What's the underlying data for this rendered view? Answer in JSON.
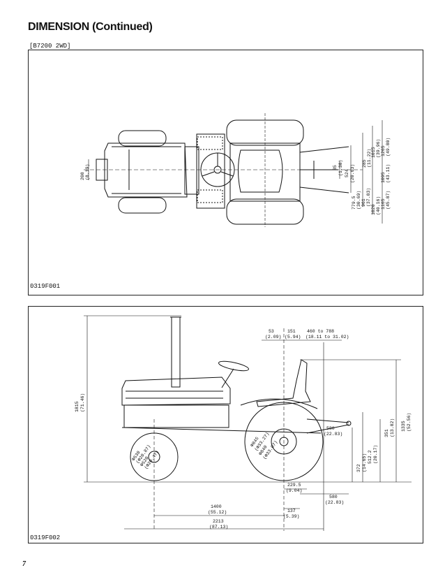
{
  "page": {
    "title": "DIMENSION (Continued)",
    "model_label": "[B7200 2WD]",
    "page_number": "7"
  },
  "figure_top": {
    "id": "0319F001",
    "dims": {
      "d1": "208",
      "d1b": "(8.19)",
      "d2": "35",
      "d2b": "(1.38)",
      "d3": "524",
      "d3b": "(20.63)",
      "d4": "779.5",
      "d4b": "(30.69)",
      "d5": "1020",
      "d5b": "(40.16)",
      "d6": "961",
      "d6b": "(37.83)",
      "d7": "1095",
      "d7b": "(43.11)",
      "d8": "285",
      "d8b": "(11.22)",
      "d9": "1165",
      "d9b": "(45.87)",
      "d10": "1015",
      "d10b": "(39.96)",
      "d11": "1265",
      "d11b": "(49.80)"
    }
  },
  "figure_side": {
    "id": "0319F002",
    "dims": {
      "h_total": "1815",
      "h_total_b": "(71.46)",
      "top_a": "53",
      "top_a_b": "(2.09)",
      "top_b": "151",
      "top_b_b": "(5.94)",
      "top_c": "460 to 788",
      "top_c_b": "(18.11 to 31.02)",
      "r1": "1335",
      "r1b": "(52.56)",
      "r2": "351",
      "r2b": "(13.82)",
      "r3": "512.2",
      "r3b": "(20.17)",
      "r4": "372",
      "r4b": "(14.65)",
      "m1": "580",
      "m1b": "(22.83)",
      "front_wheel_a": "Φ530",
      "front_wheel_a_b": "(Φ20.87)",
      "front_wheel_b": "Φ520",
      "front_wheel_b_b": "(Φ20.47)",
      "rear_wheel_a": "Φ845",
      "rear_wheel_a_b": "(Φ33.27)",
      "rear_wheel_b": "Φ840",
      "rear_wheel_b_b": "(Φ33.07)",
      "b1": "229.5",
      "b1b": "(9.04)",
      "b2": "580",
      "b2b": "(22.83)",
      "b3": "1400",
      "b3b": "(55.12)",
      "b4": "137",
      "b4b": "(5.39)",
      "b5": "2213",
      "b5b": "(87.13)"
    }
  }
}
